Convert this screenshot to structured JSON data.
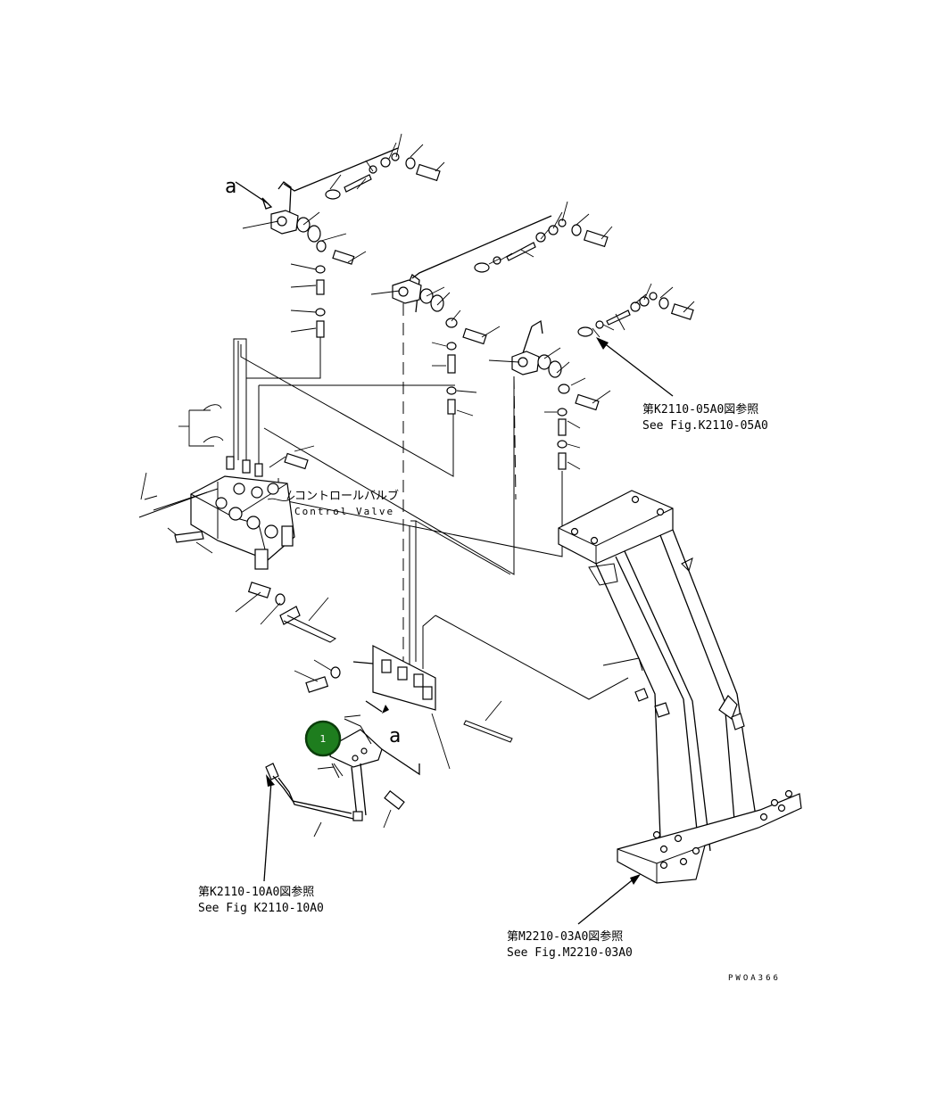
{
  "diagram": {
    "view_label": "a",
    "view_label_bottom": "a",
    "callout": {
      "number": "1",
      "color": "#1e7d1e"
    },
    "control_valve_jp": "コントロールバルブ",
    "control_valve_en": "Control Valve",
    "ref_k2110_05": {
      "jp": "第K2110-05A0図参照",
      "en": "See Fig.K2110-05A0"
    },
    "ref_k2110_10": {
      "jp": "第K2110-10A0図参照",
      "en": "See Fig K2110-10A0"
    },
    "ref_m2210_03": {
      "jp": "第M2210-03A0図参照",
      "en": "See Fig.M2210-03A0"
    },
    "drawing_code": "PWOA366"
  }
}
